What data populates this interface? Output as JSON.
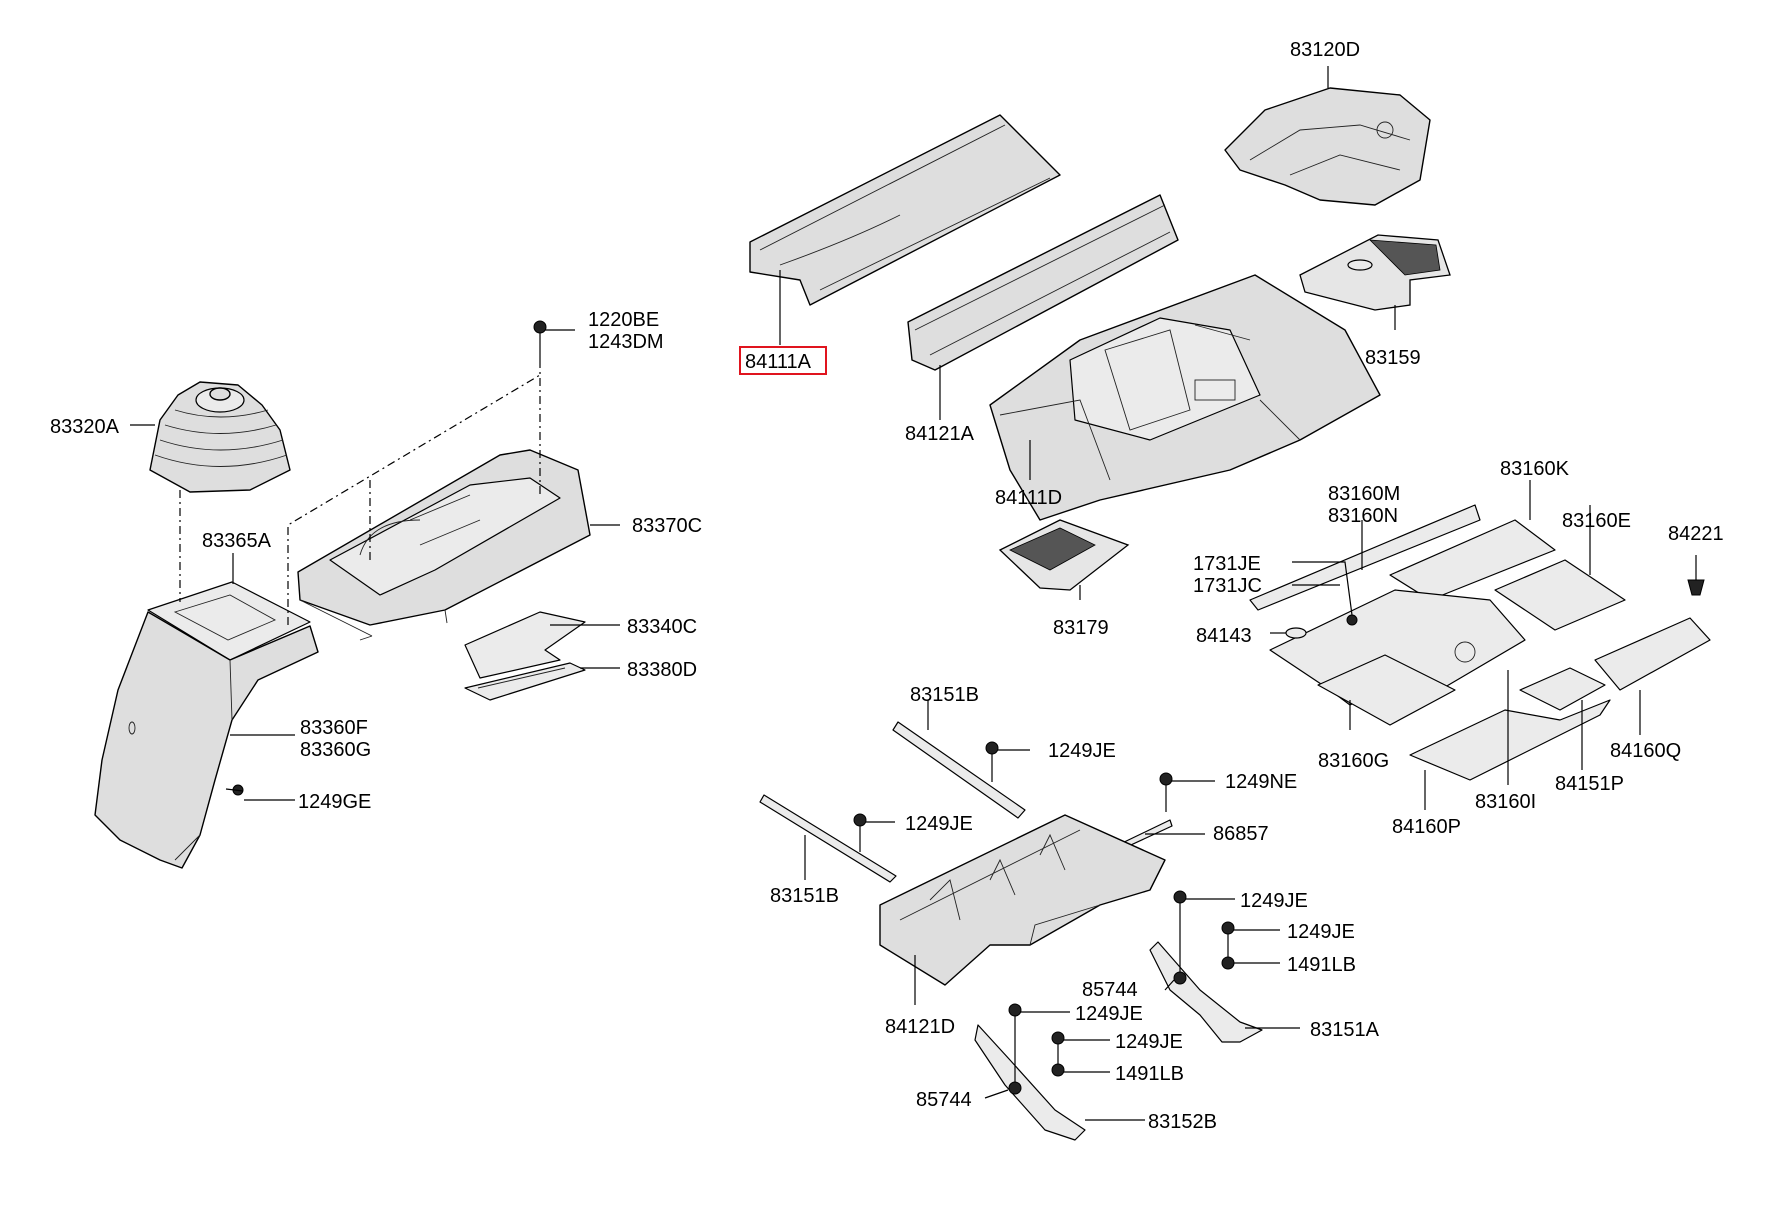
{
  "labels": {
    "l_83120D": "83120D",
    "l_84111A": "84111A",
    "l_1220BE": "1220BE",
    "l_1243DM": "1243DM",
    "l_84121A": "84121A",
    "l_83159": "83159",
    "l_83320A": "83320A",
    "l_84111D": "84111D",
    "l_83160K": "83160K",
    "l_83365A": "83365A",
    "l_83370C": "83370C",
    "l_83160M": "83160M",
    "l_83160N": "83160N",
    "l_83160E": "83160E",
    "l_84221": "84221",
    "l_1731JE": "1731JE",
    "l_1731JC": "1731JC",
    "l_83179": "83179",
    "l_83340C": "83340C",
    "l_84143": "84143",
    "l_83380D": "83380D",
    "l_83151B_top": "83151B",
    "l_83360F": "83360F",
    "l_83360G": "83360G",
    "l_1249JE_a": "1249JE",
    "l_83160G": "83160G",
    "l_84160Q": "84160Q",
    "l_1249NE": "1249NE",
    "l_84151P": "84151P",
    "l_1249GE": "1249GE",
    "l_83160I": "83160I",
    "l_84160P": "84160P",
    "l_1249JE_b": "1249JE",
    "l_86857": "86857",
    "l_83151B_bot": "83151B",
    "l_1249JE_c": "1249JE",
    "l_1249JE_d": "1249JE",
    "l_1491LB_a": "1491LB",
    "l_85744_a": "85744",
    "l_1249JE_e": "1249JE",
    "l_84121D": "84121D",
    "l_83151A": "83151A",
    "l_1249JE_f": "1249JE",
    "l_1491LB_b": "1491LB",
    "l_85744_b": "85744",
    "l_83152B": "83152B"
  },
  "highlighted_part": "84111A",
  "colors": {
    "highlight": "#e0141e",
    "line": "#000000",
    "part_fill": "#dedede"
  }
}
